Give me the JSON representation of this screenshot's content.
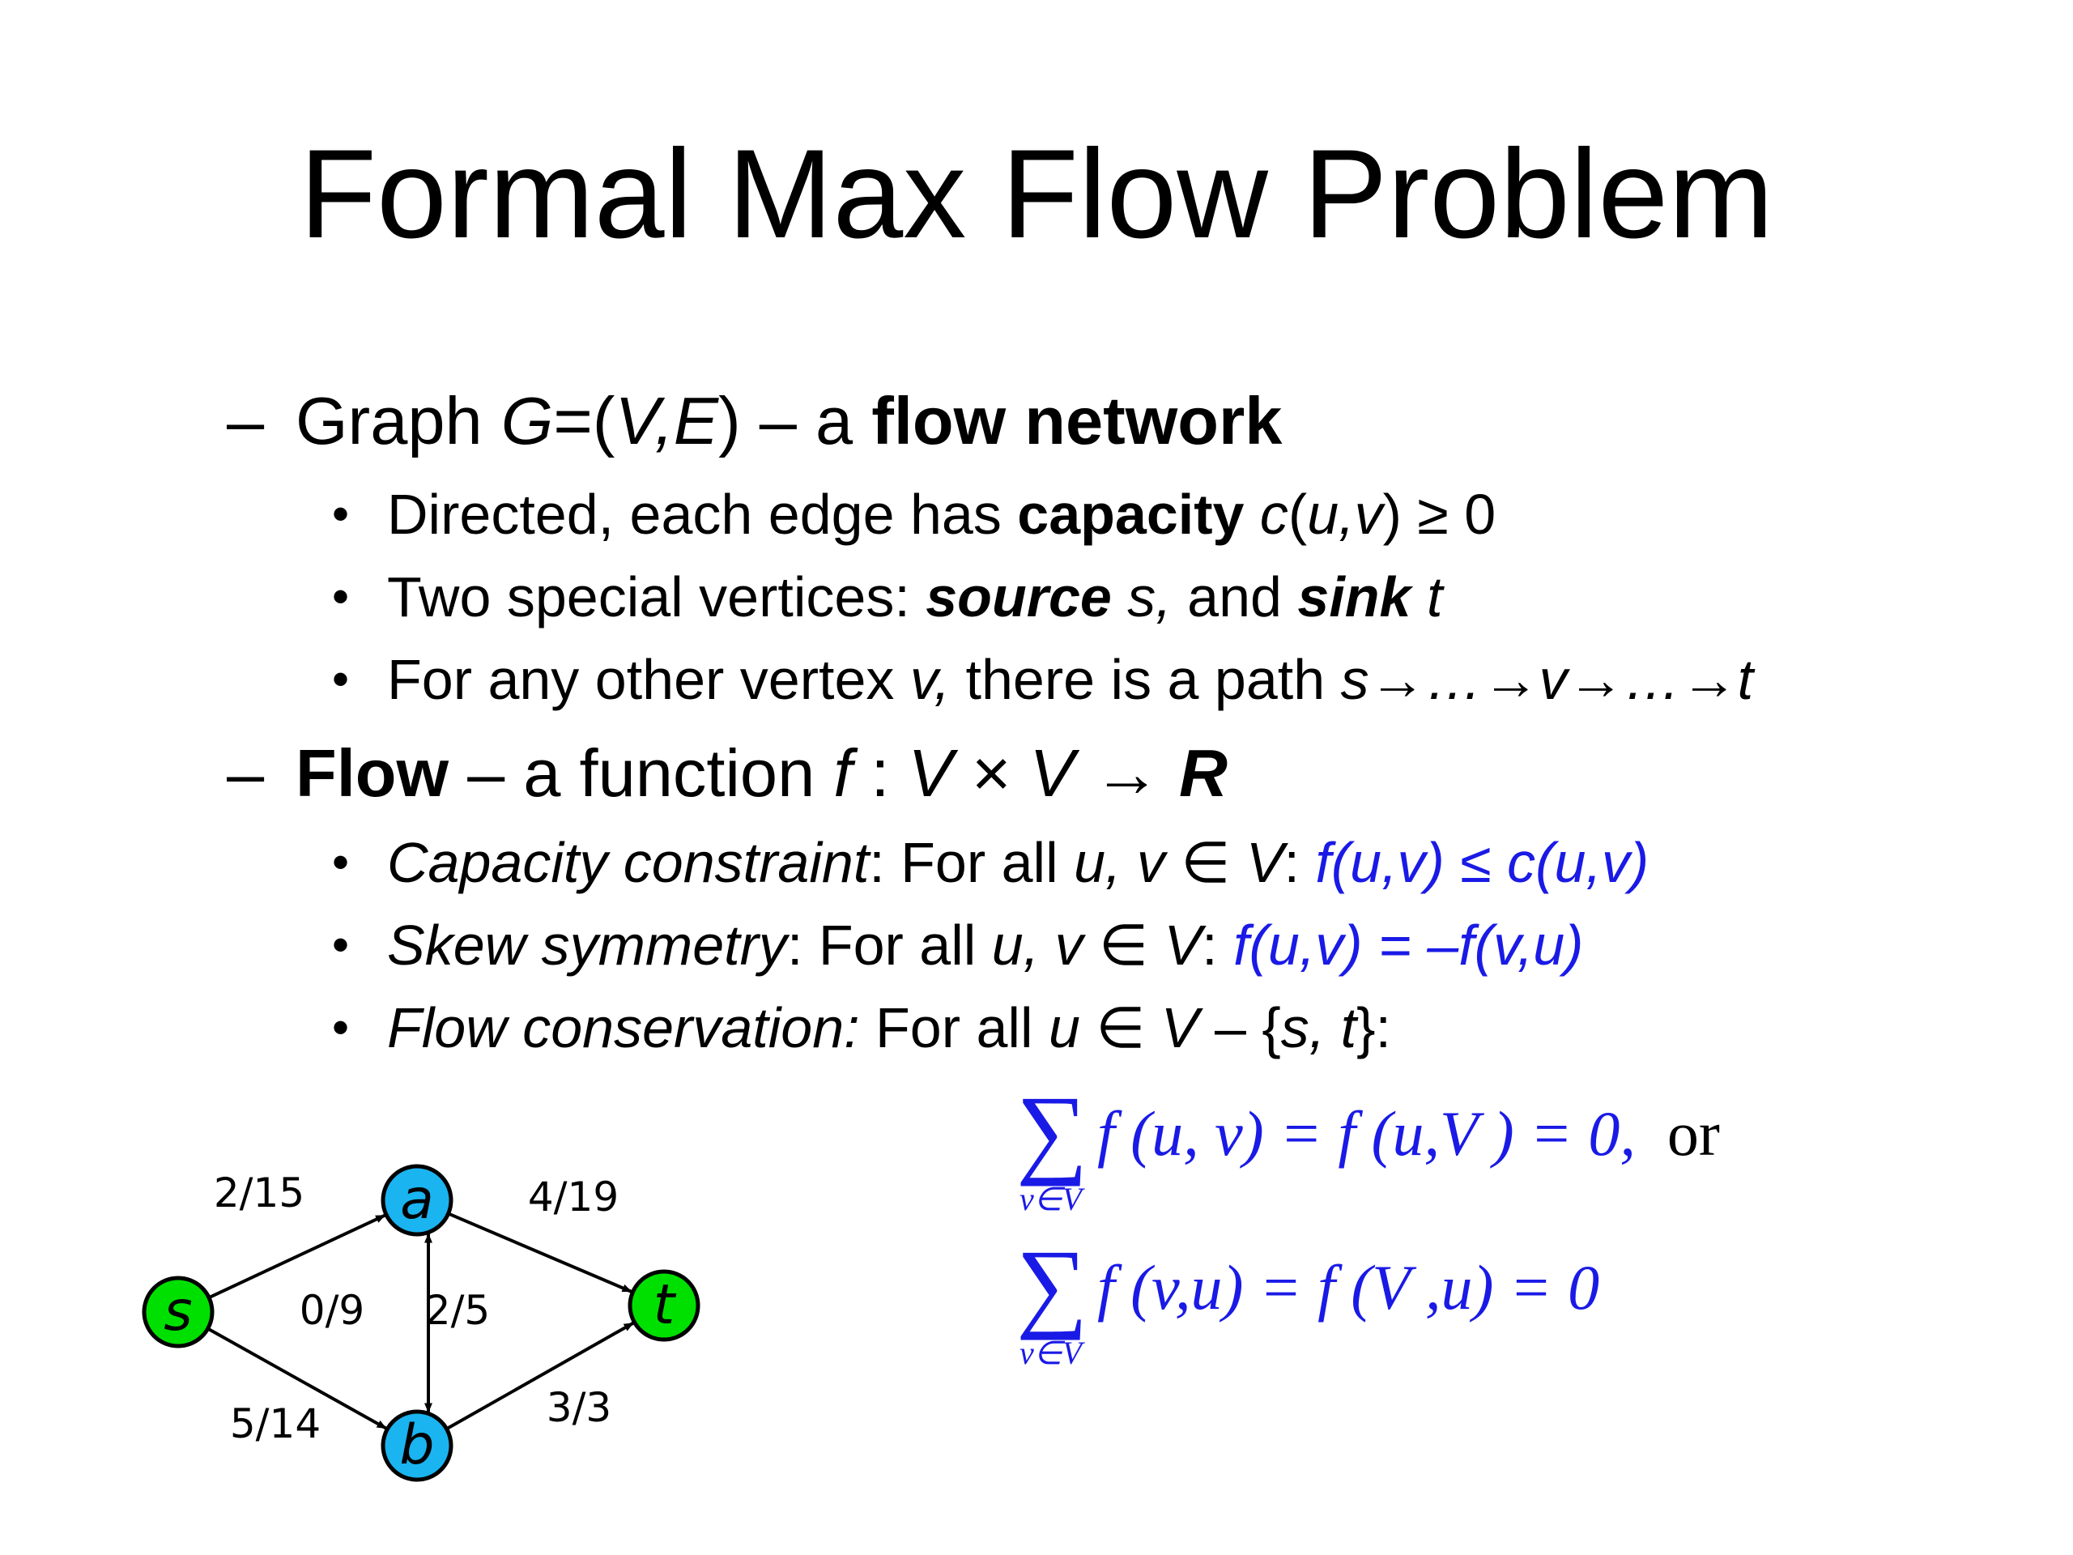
{
  "title": "Formal Max Flow Problem",
  "bullets": {
    "graph": {
      "dash": "–",
      "pre": "Graph ",
      "G": "G",
      "eq": "=(",
      "VE": "V,E",
      "close": ")",
      "mid": " – a ",
      "bold": "flow network"
    },
    "directed": {
      "dot": "•",
      "pre": "Directed, each edge has ",
      "bold": "capacity",
      "sp": " ",
      "c": "c",
      "open": "(",
      "uv": "u,v",
      "close": ")",
      "post": " ≥ 0"
    },
    "special": {
      "dot": "•",
      "pre": "Two special vertices: ",
      "source": "source",
      "s": " s,",
      "and": " and ",
      "sink": "sink",
      "t": " t"
    },
    "path": {
      "dot": "•",
      "pre": "For any other vertex ",
      "v": "v,",
      "mid": " there is a path ",
      "expr": "s→…→v→…→t"
    },
    "flow": {
      "dash": "–",
      "bold": "Flow",
      "mid": " – a function ",
      "f": "f",
      "colon": " : ",
      "expr1": "V",
      "times": " × ",
      "expr2": "V",
      "arrow": " → ",
      "R": "R"
    },
    "capacity": {
      "dot": "•",
      "label": "Capacity constraint",
      "colon": ": For all ",
      "uv": "u, v",
      "in": " ∈ ",
      "V": "V",
      "colon2": ":  ",
      "formula": "f(u,v) ≤ c(u,v)"
    },
    "skew": {
      "dot": "•",
      "label": "Skew symmetry",
      "colon": ": For all ",
      "uv": "u, v",
      "in": " ∈ ",
      "V": "V",
      "colon2": ":  ",
      "formula": "f(u,v) = –f(v,u)"
    },
    "conservation": {
      "dot": "•",
      "label": "Flow conservation:",
      "mid": " For all ",
      "u": "u",
      "in": " ∈ ",
      "V": "V",
      "minus": " – {",
      "st": "s, t",
      "close": "}:"
    }
  },
  "equations": {
    "sigma": "∑",
    "eq1": {
      "sub": "v∈V",
      "expr": "f (u, v) = f (u,V ) = 0,",
      "or": "or"
    },
    "eq2": {
      "sub": "v∈V",
      "expr": "f (v,u) = f (V ,u) = 0"
    }
  },
  "graph": {
    "colors": {
      "source_sink": "#00e000",
      "inner": "#1ab4f0",
      "edge": "#000000"
    },
    "nodes": [
      {
        "id": "s",
        "label": "s",
        "role": "source"
      },
      {
        "id": "a",
        "label": "a",
        "role": "inner"
      },
      {
        "id": "b",
        "label": "b",
        "role": "inner"
      },
      {
        "id": "t",
        "label": "t",
        "role": "sink"
      }
    ],
    "edges": [
      {
        "from": "s",
        "to": "a",
        "label": "2/15"
      },
      {
        "from": "s",
        "to": "b",
        "label": "5/14"
      },
      {
        "from": "a",
        "to": "b",
        "label": "0/9"
      },
      {
        "from": "b",
        "to": "a",
        "label": "2/5"
      },
      {
        "from": "a",
        "to": "t",
        "label": "4/19"
      },
      {
        "from": "b",
        "to": "t",
        "label": "3/3"
      }
    ]
  }
}
